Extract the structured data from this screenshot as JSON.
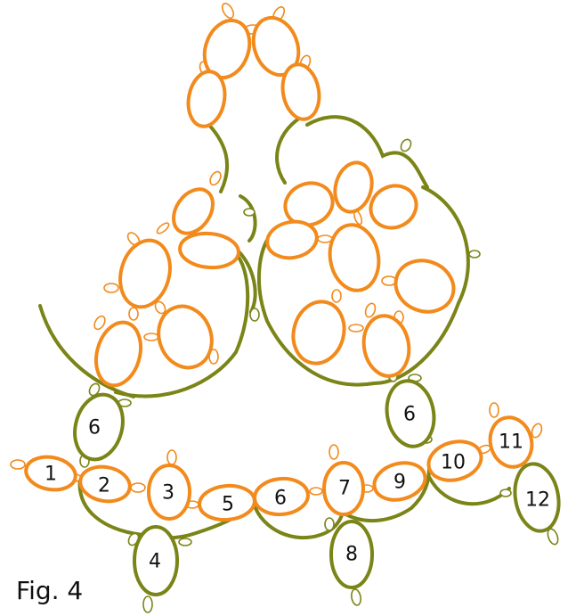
{
  "figure": {
    "caption": "Fig. 4",
    "colors": {
      "orange_rings": "#f28a1c",
      "green_chains": "#7a8417"
    }
  },
  "ring_labels": {
    "r1": "1",
    "r2": "2",
    "r3": "3",
    "r4": "4",
    "r5": "5",
    "r6": "6",
    "r7": "7",
    "r8": "8",
    "r9": "9",
    "r10": "10",
    "r11": "11",
    "r12": "12",
    "r6_left": "6",
    "r6_right": "6"
  }
}
